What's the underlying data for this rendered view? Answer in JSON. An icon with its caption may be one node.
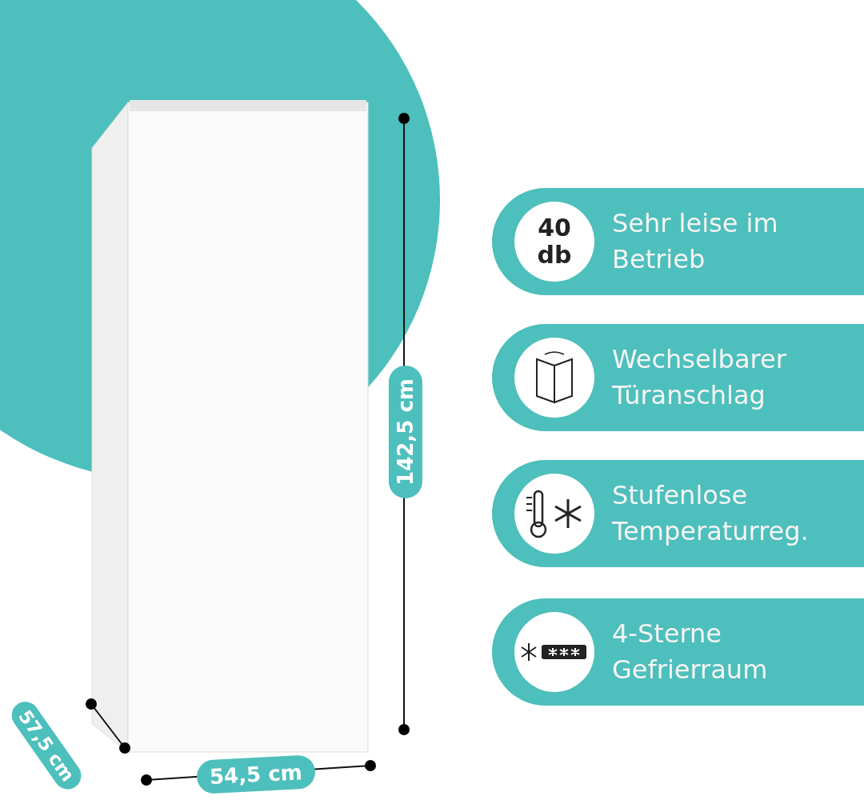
{
  "diagram": {
    "nodes": [
      {
        "text": [
          "Sehr leise im Betrieb"
        ]
      },
      {
        "text": [
          "40 db"
        ],
        "in": 0
      },
      {
        "text": [
          "Wechselbarer Türanschlag"
        ]
      },
      {
        "text": [],
        "shape": "circle",
        "in": 2
      },
      {
        "text": [
          "Stufenlose Temperaturreg."
        ]
      },
      {
        "text": [],
        "shape": "circle",
        "in": 4
      },
      {
        "text": [
          "4-Sterne Gefrierraum"
        ]
      },
      {
        "text": [],
        "shape": "circle",
        "in": 6
      },
      {
        "text": [
          "142,5 cm"
        ]
      },
      {
        "text": [
          "54,5 cm"
        ]
      },
      {
        "text": [
          "57,5 cm"
        ]
      }
    ]
  }
}
